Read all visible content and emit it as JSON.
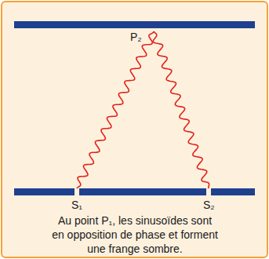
{
  "diagram": {
    "caption": "Au point P₁, les sinusoïdes sont en opposition de phase et forment une frange sombre.",
    "labels": [
      "P₂",
      "S₁",
      "S₂"
    ]
  }
}
